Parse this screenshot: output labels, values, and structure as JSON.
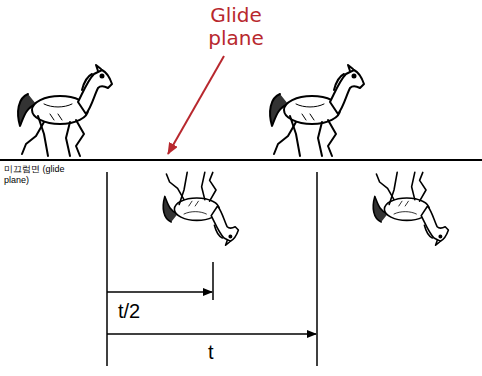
{
  "diagram": {
    "labels": [
      "Glide plane",
      "미끄럼면 (glide plane)",
      "t/2",
      "t"
    ]
  }
}
